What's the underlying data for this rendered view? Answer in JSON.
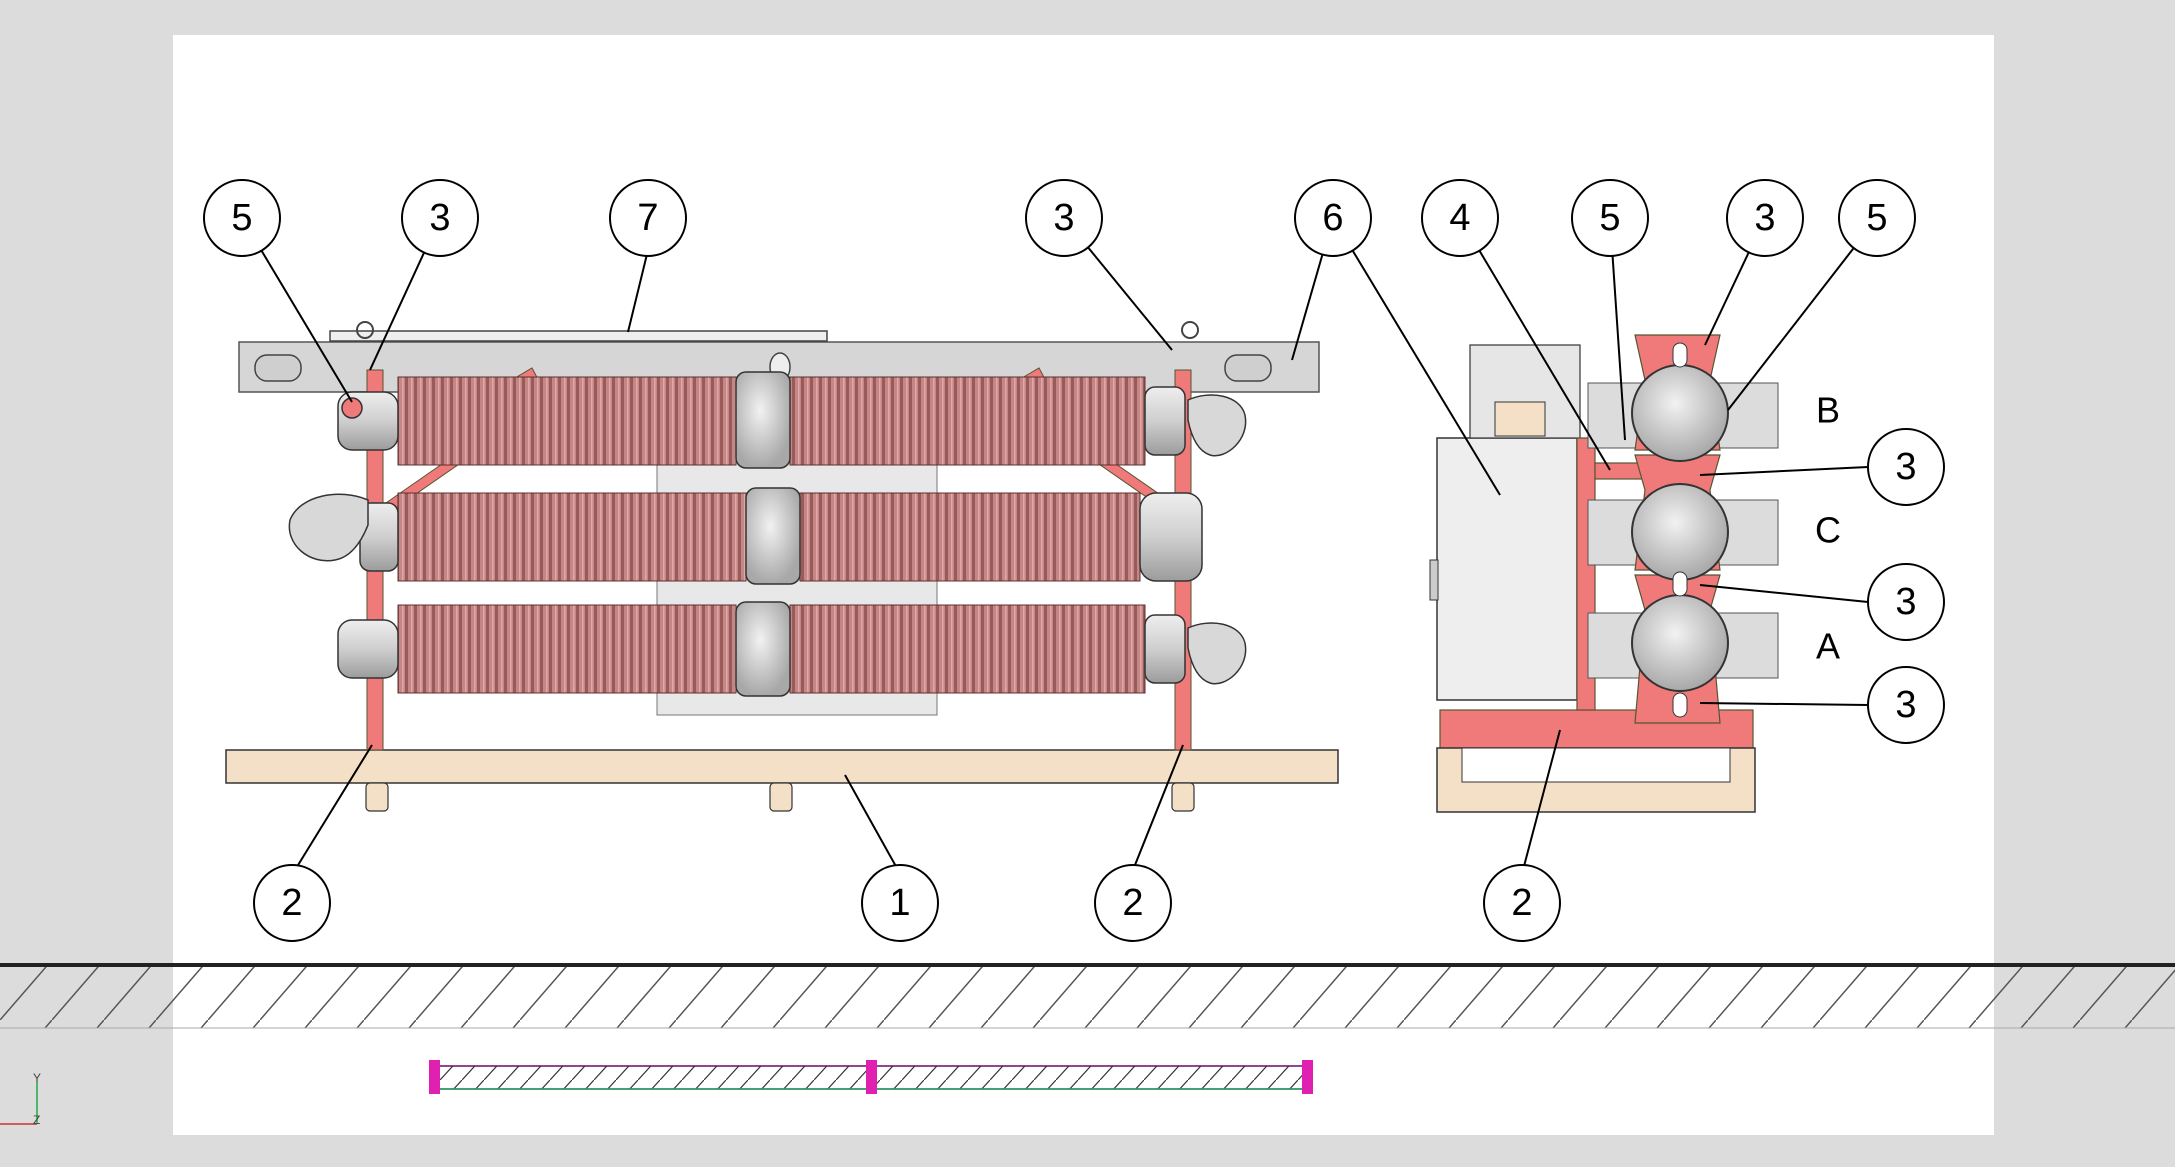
{
  "drawing": {
    "callouts": [
      {
        "id": "c-front-5",
        "label": "5"
      },
      {
        "id": "c-front-3a",
        "label": "3"
      },
      {
        "id": "c-front-7",
        "label": "7"
      },
      {
        "id": "c-front-3b",
        "label": "3"
      },
      {
        "id": "c-front-6",
        "label": "6"
      },
      {
        "id": "c-side-4",
        "label": "4"
      },
      {
        "id": "c-side-5a",
        "label": "5"
      },
      {
        "id": "c-side-3a",
        "label": "3"
      },
      {
        "id": "c-side-5b",
        "label": "5"
      },
      {
        "id": "c-side-3b",
        "label": "3"
      },
      {
        "id": "c-side-3c",
        "label": "3"
      },
      {
        "id": "c-side-3d",
        "label": "3"
      },
      {
        "id": "c-front-2a",
        "label": "2"
      },
      {
        "id": "c-front-1",
        "label": "1"
      },
      {
        "id": "c-front-2b",
        "label": "2"
      },
      {
        "id": "c-side-2",
        "label": "2"
      }
    ],
    "phases": [
      "B",
      "C",
      "A"
    ],
    "axis": {
      "y": "Y",
      "z": "Z"
    }
  },
  "colors": {
    "background": "#dcdcdc",
    "sheet": "#ffffff",
    "insulator": "#b87a7a",
    "insulator_dark": "#8e5353",
    "frame": "#f07a7a",
    "metal": "#d8d8d8",
    "wood": "#f4e0c6",
    "selection": "#e020b0"
  }
}
